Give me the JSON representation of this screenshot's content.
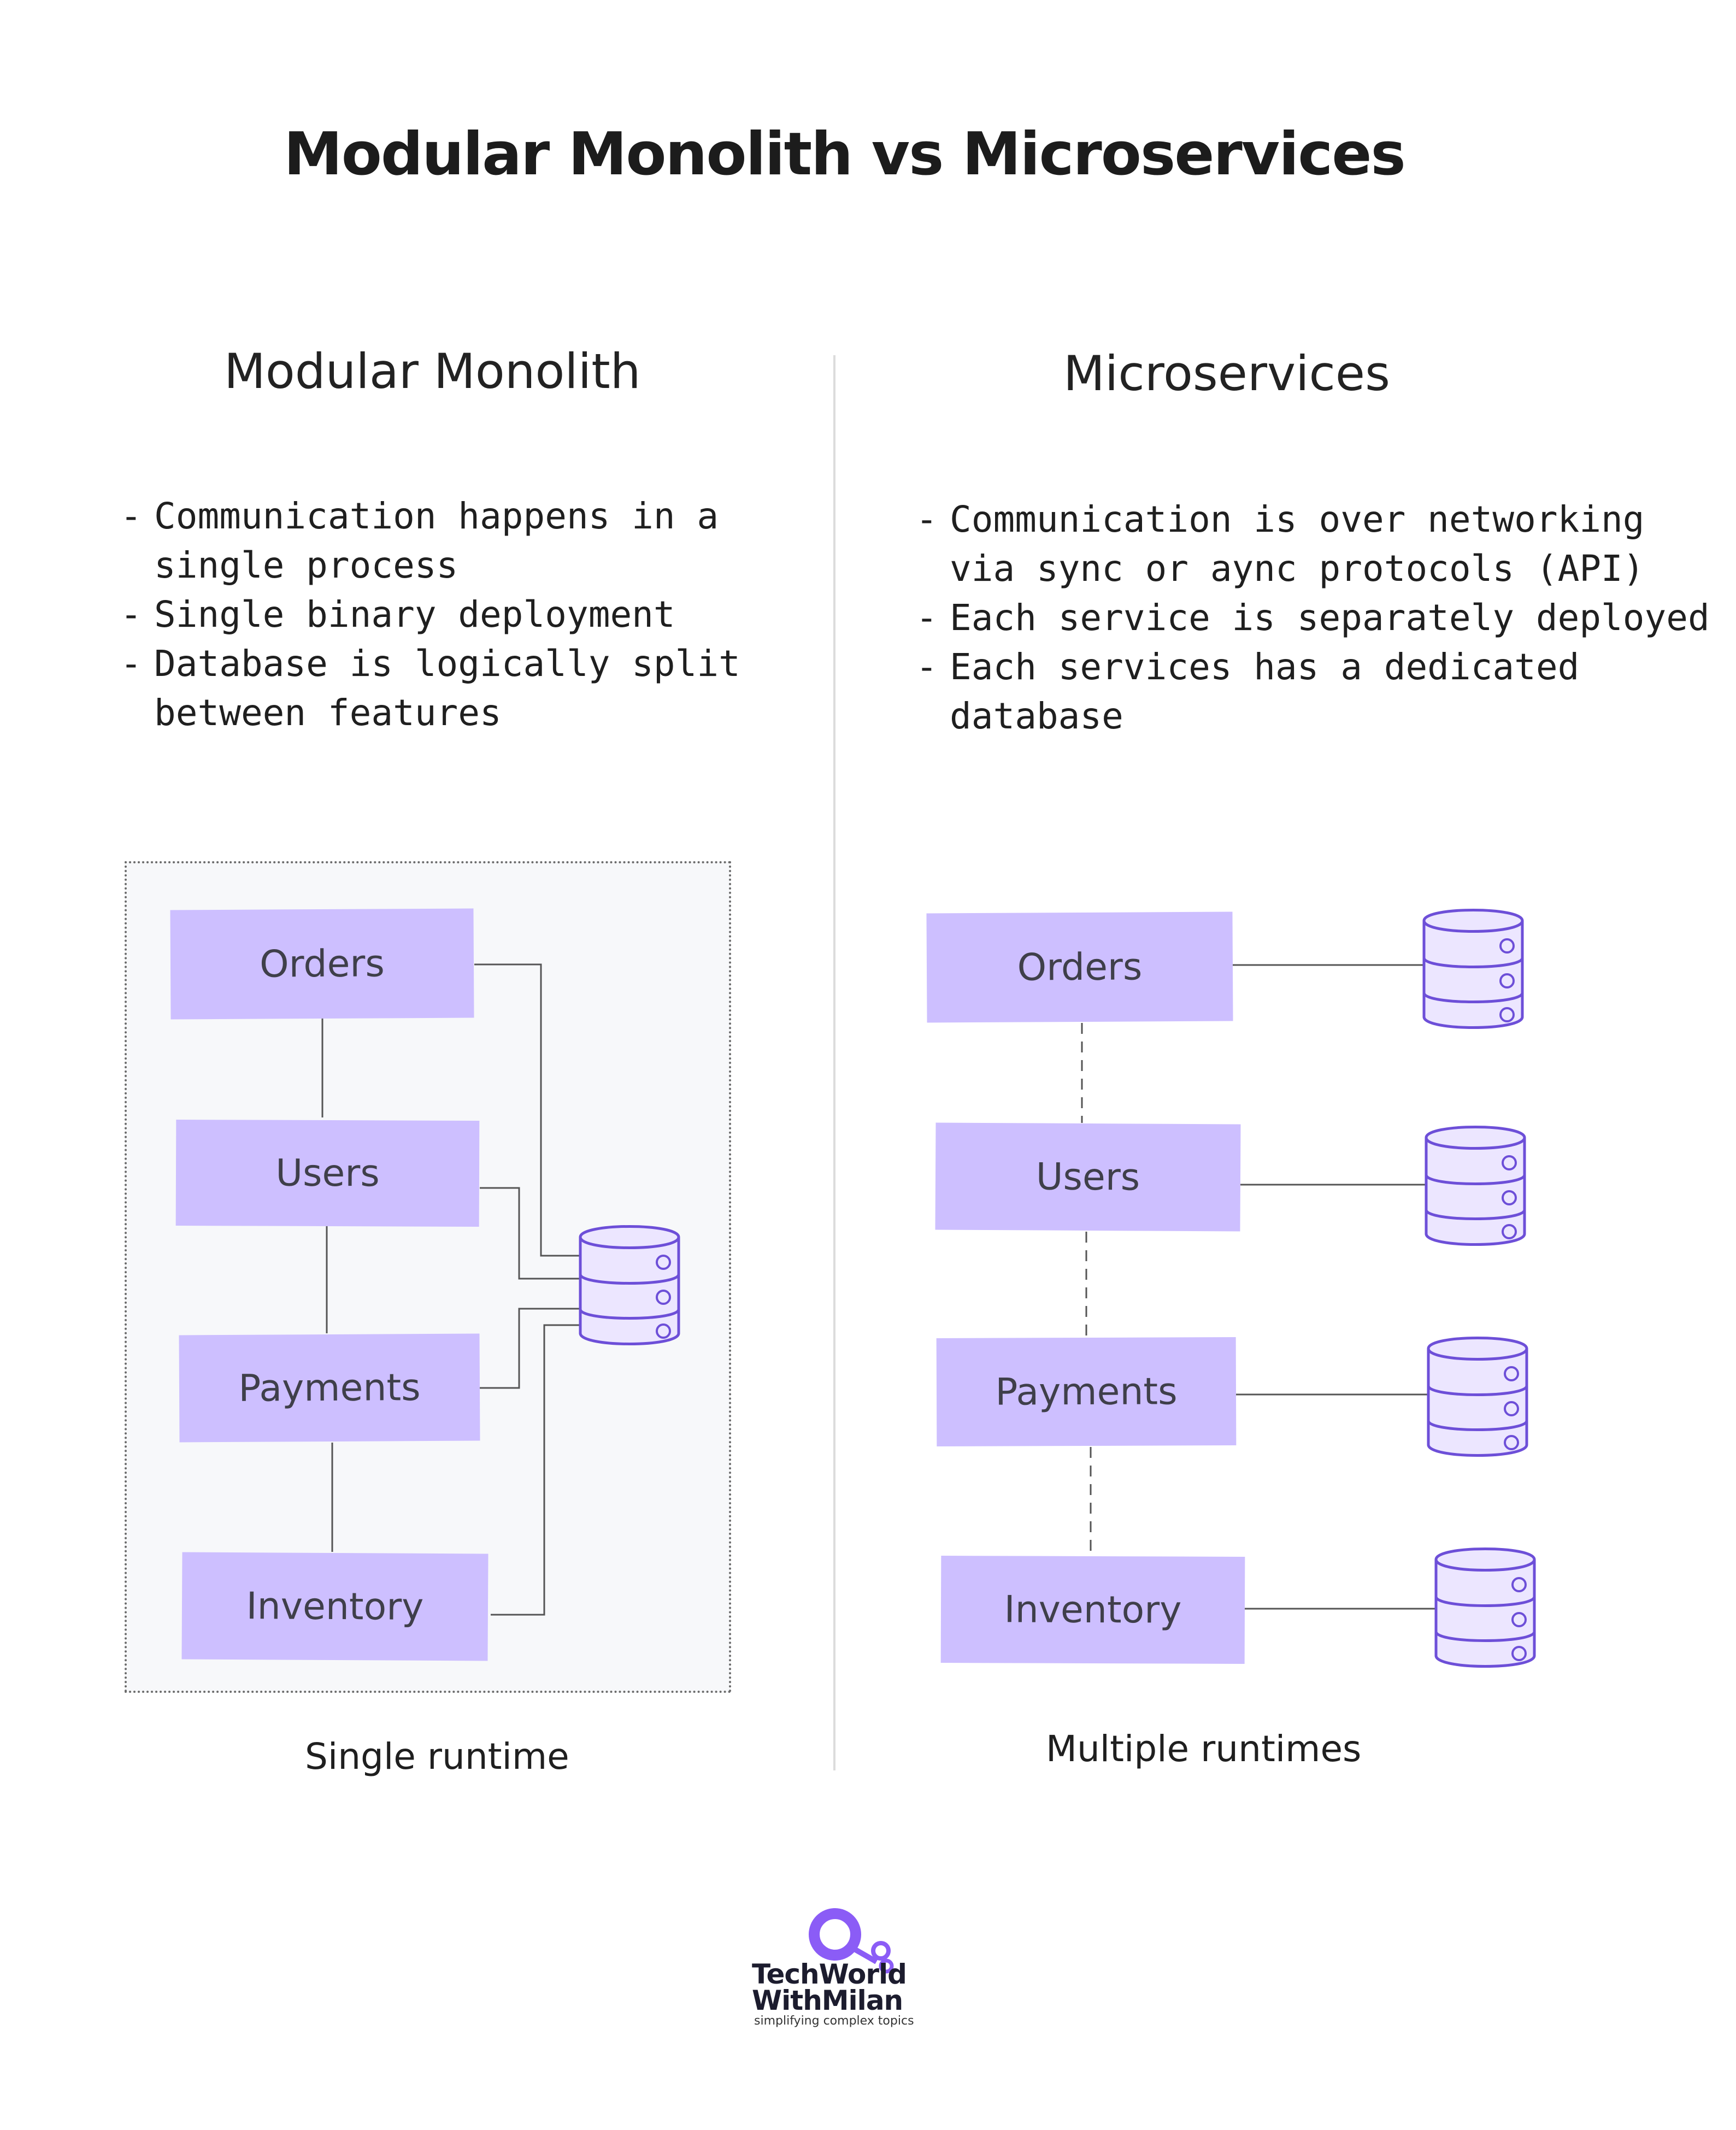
{
  "title": "Modular Monolith vs Microservices",
  "left": {
    "heading": "Modular Monolith",
    "bullets": [
      "Communication happens in a",
      "single process",
      "Single binary deployment",
      "Database is logically split",
      "between features"
    ],
    "modules": [
      "Orders",
      "Users",
      "Payments",
      "Inventory"
    ],
    "caption": "Single runtime"
  },
  "right": {
    "heading": "Microservices",
    "bullets": [
      "Communication is over networking",
      "via sync or aync protocols (API)",
      "Each service is separately deployed",
      "Each services has a dedicated",
      "database"
    ],
    "services": [
      "Orders",
      "Users",
      "Payments",
      "Inventory"
    ],
    "caption": "Multiple runtimes"
  },
  "brand": {
    "line1": "TechWorld",
    "line2": "WithMilan",
    "tagline": "simplifying complex topics",
    "accent": "#8b5cf6"
  },
  "colors": {
    "module_fill": "#cdbfff",
    "db_stroke": "#6d4fd8",
    "db_fill": "#ece6ff",
    "runtime_bg": "#f7f8fa"
  }
}
